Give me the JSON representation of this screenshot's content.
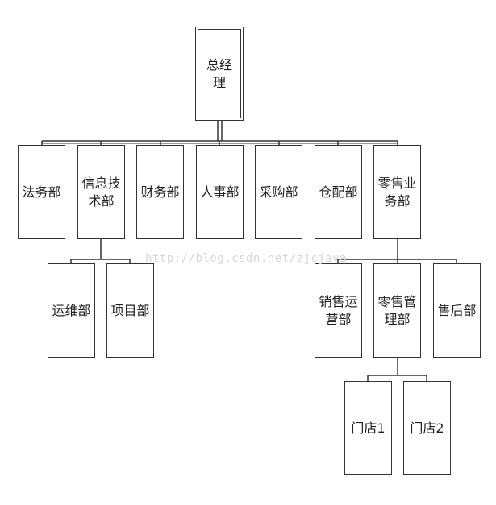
{
  "diagram": {
    "root": "总经理",
    "departments": [
      {
        "id": "legal",
        "label": "法务部"
      },
      {
        "id": "it",
        "label": "信息技术部",
        "lines": [
          "信息技",
          "术部"
        ]
      },
      {
        "id": "finance",
        "label": "财务部"
      },
      {
        "id": "hr",
        "label": "人事部"
      },
      {
        "id": "purchasing",
        "label": "采购部"
      },
      {
        "id": "warehouse",
        "label": "仓配部"
      },
      {
        "id": "retail",
        "label": "零售业务部",
        "lines": [
          "零售业",
          "务部"
        ]
      }
    ],
    "it_children": [
      {
        "id": "ops",
        "label": "运维部"
      },
      {
        "id": "project",
        "label": "项目部"
      }
    ],
    "retail_children": [
      {
        "id": "sales-ops",
        "label": "销售运营部",
        "lines": [
          "销售运",
          "营部"
        ]
      },
      {
        "id": "retail-mgmt",
        "label": "零售管理部",
        "lines": [
          "零售管",
          "理部"
        ]
      },
      {
        "id": "after-sales",
        "label": "售后部"
      }
    ],
    "retail_mgmt_children": [
      {
        "id": "store1",
        "label": "门店1"
      },
      {
        "id": "store2",
        "label": "门店2"
      }
    ]
  },
  "watermark": "http://blog.csdn.net/zjcjava",
  "colors": {
    "line": "#333333",
    "box_border": "#333333",
    "text": "#222222",
    "watermark": "#d6d6d6"
  }
}
